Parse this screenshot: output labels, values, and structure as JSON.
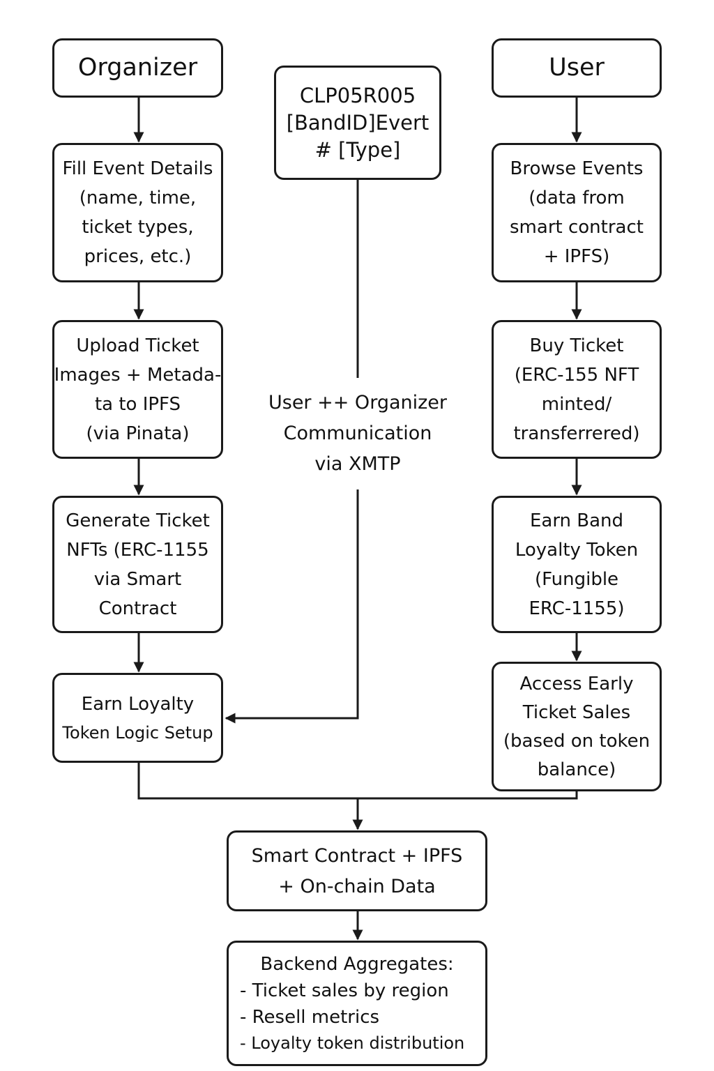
{
  "organizer_header": "Organizer",
  "user_header": "User",
  "code_box": [
    "CLP05R005",
    "[BandID]Evert",
    "# [Type]"
  ],
  "organizer_steps": [
    [
      "Fill Event Details",
      "(name, time,",
      "ticket types,",
      "prices, etc.)"
    ],
    [
      "Upload Ticket",
      "Images + Metada-",
      "ta to IPFS",
      "(via Pinata)"
    ],
    [
      "Generate Ticket",
      "NFTs (ERC-1155",
      "via Smart",
      "Contract"
    ],
    [
      "Earn Loyalty",
      "Token Logic Setup"
    ]
  ],
  "user_steps": [
    [
      "Browse Events",
      "(data from",
      "smart contract",
      "+ IPFS)"
    ],
    [
      "Buy Ticket",
      "(ERC-155 NFT",
      "minted/",
      "transferrered)"
    ],
    [
      "Earn Band",
      "Loyalty Token",
      "(Fungible",
      "ERC-1155)"
    ],
    [
      "Access Early",
      "Ticket Sales",
      "(based on token",
      "balance)"
    ]
  ],
  "communication_label": [
    "User ++ Organizer",
    "Communication",
    "via XMTP"
  ],
  "storage_box": [
    "Smart Contract + IPFS",
    "+ On-chain Data"
  ],
  "backend_box": {
    "title": "Backend Aggregates:",
    "items": [
      "- Ticket sales by region",
      "- Resell metrics",
      "- Loyalty token distribution"
    ]
  }
}
